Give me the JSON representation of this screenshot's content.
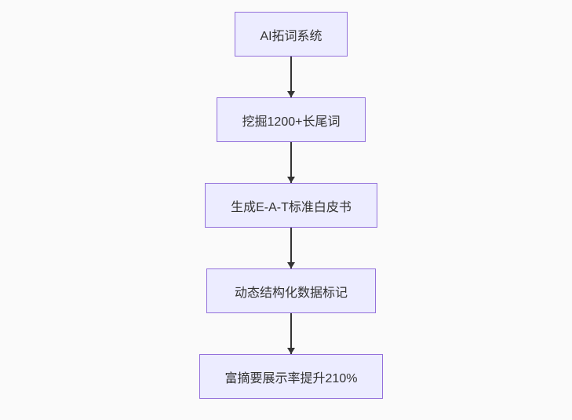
{
  "flowchart": {
    "type": "flowchart",
    "direction": "top-down",
    "nodes": [
      {
        "id": "n1",
        "label": "AI拓词系统"
      },
      {
        "id": "n2",
        "label": "挖掘1200+长尾词"
      },
      {
        "id": "n3",
        "label": "生成E-A-T标准白皮书"
      },
      {
        "id": "n4",
        "label": "动态结构化数据标记"
      },
      {
        "id": "n5",
        "label": "富摘要展示率提升210%"
      }
    ],
    "edges": [
      {
        "from": "n1",
        "to": "n2"
      },
      {
        "from": "n2",
        "to": "n3"
      },
      {
        "from": "n3",
        "to": "n4"
      },
      {
        "from": "n4",
        "to": "n5"
      }
    ]
  },
  "colors": {
    "background": "#fafafa",
    "node_fill": "#ECECFF",
    "node_border": "#9370DB",
    "arrow": "#333333",
    "text": "#333333"
  }
}
